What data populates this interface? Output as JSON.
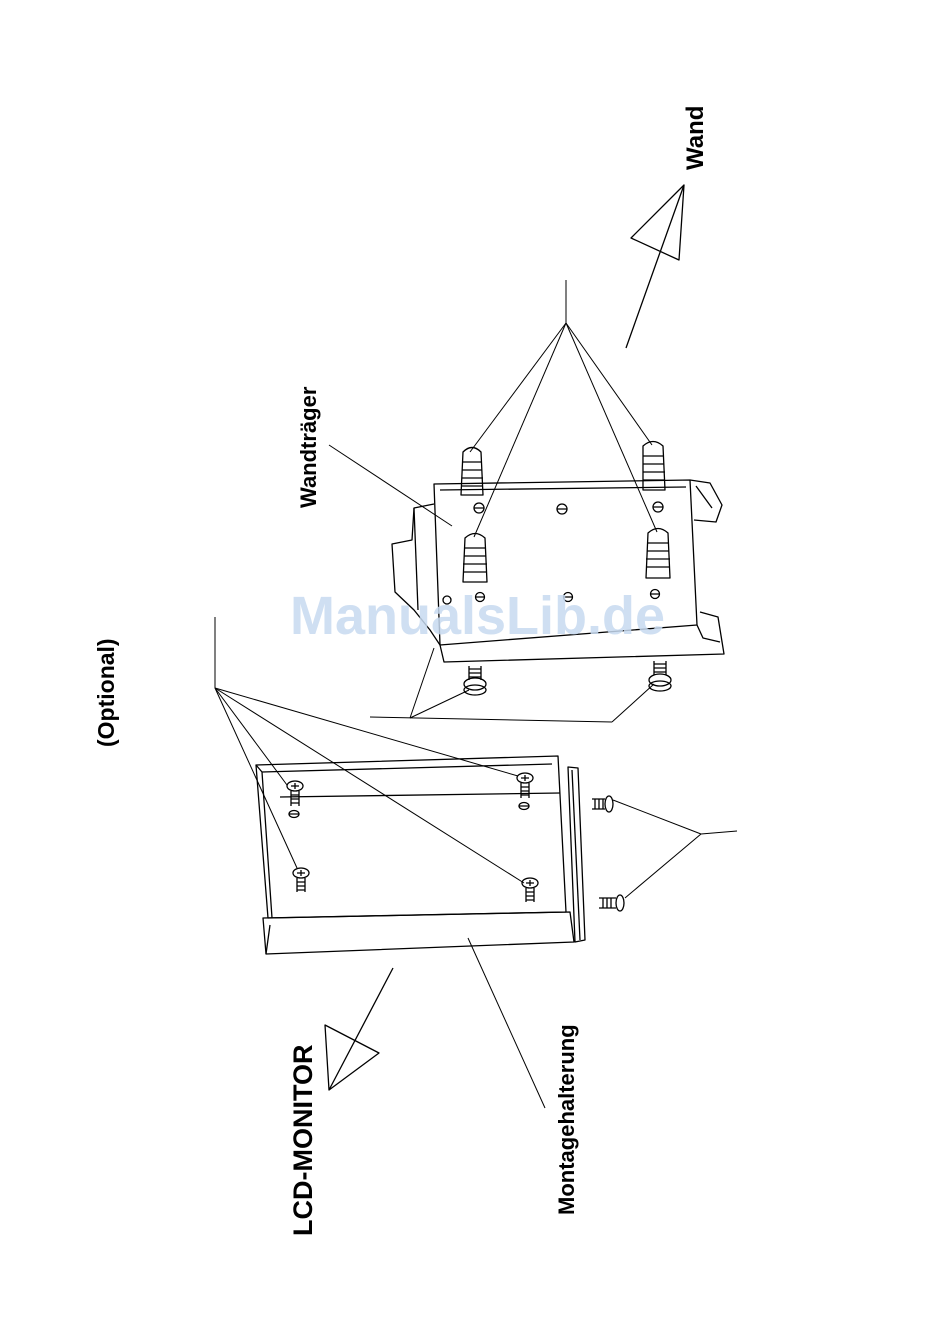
{
  "labels": {
    "optional": "(Optional)",
    "wall": "Wand",
    "wall_bracket": "Wandträger",
    "lcd_monitor": "LCD-MONITOR",
    "mounting_bracket": "Montagehalterung"
  },
  "watermark": "ManualsLib.de",
  "colors": {
    "line": "#000000",
    "watermark": "#c7daf0",
    "background": "#ffffff"
  }
}
